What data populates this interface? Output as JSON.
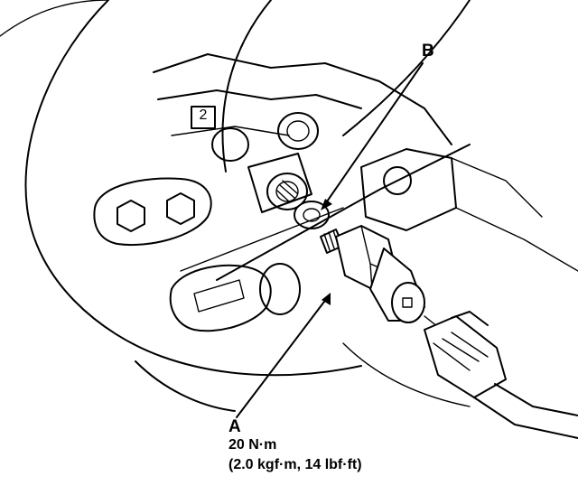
{
  "callouts": {
    "b_label": "B",
    "a_label": "A"
  },
  "torque": {
    "metric": "20 N·m",
    "imperial": "(2.0 kgf·m, 14 lbf·ft)"
  },
  "step_badge": "2",
  "colors": {
    "ink": "#000000",
    "paper": "#ffffff"
  }
}
